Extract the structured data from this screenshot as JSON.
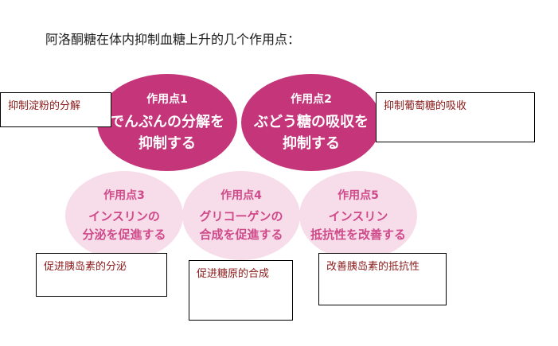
{
  "title": "阿洛酮糖在体内抑制血糖上升的几个作用点：",
  "points": [
    {
      "label": "作用点1",
      "line1": "でんぷんの分解を",
      "line2": "抑制する"
    },
    {
      "label": "作用点2",
      "line1": "ぶどう糖の吸収を",
      "line2": "抑制する"
    },
    {
      "label": "作用点3",
      "line1": "インスリンの",
      "line2": "分泌を促進する"
    },
    {
      "label": "作用点4",
      "line1": "グリコーゲンの",
      "line2": "合成を促進する"
    },
    {
      "label": "作用点5",
      "line1": "インスリン",
      "line2": "抵抗性を改善する"
    }
  ],
  "notes": [
    "抑制淀粉的分解",
    "抑制葡萄糖的吸收",
    "促进胰岛素的分泌",
    "促进糖原的合成",
    "改善胰岛素的抵抗性"
  ],
  "colors": {
    "dark_circle": "#c5357a",
    "light_circle": "#f7dde9",
    "note_text": "#8b1a1a"
  }
}
